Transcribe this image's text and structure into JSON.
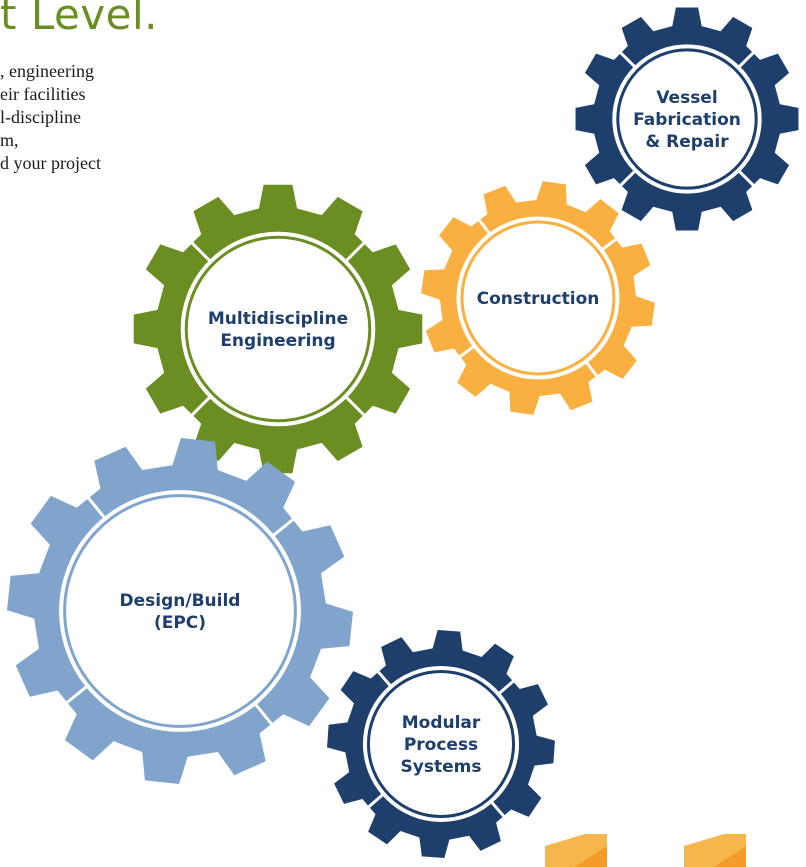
{
  "heading": "t Level.",
  "intro_lines": [
    ", engineering",
    "eir facilities",
    "l-discipline",
    "m,",
    "d your project"
  ],
  "colors": {
    "heading": "#6b8e23",
    "navy": "#1e3f6b",
    "orange": "#f9b040",
    "green": "#6b8e23",
    "steel_blue": "#80a4cc",
    "arrow": "#f5b64c"
  },
  "gears": [
    {
      "id": "vessel",
      "label_lines": [
        "Vessel",
        "Fabrication",
        "& Repair"
      ],
      "color": "navy"
    },
    {
      "id": "construction",
      "label_lines": [
        "Construction"
      ],
      "color": "orange"
    },
    {
      "id": "engineering",
      "label_lines": [
        "Multidiscipline",
        "Engineering"
      ],
      "color": "green"
    },
    {
      "id": "epc",
      "label_lines": [
        "Design/Build",
        "(EPC)"
      ],
      "color": "steel_blue"
    },
    {
      "id": "modular",
      "label_lines": [
        "Modular",
        "Process",
        "Systems"
      ],
      "color": "navy"
    }
  ]
}
